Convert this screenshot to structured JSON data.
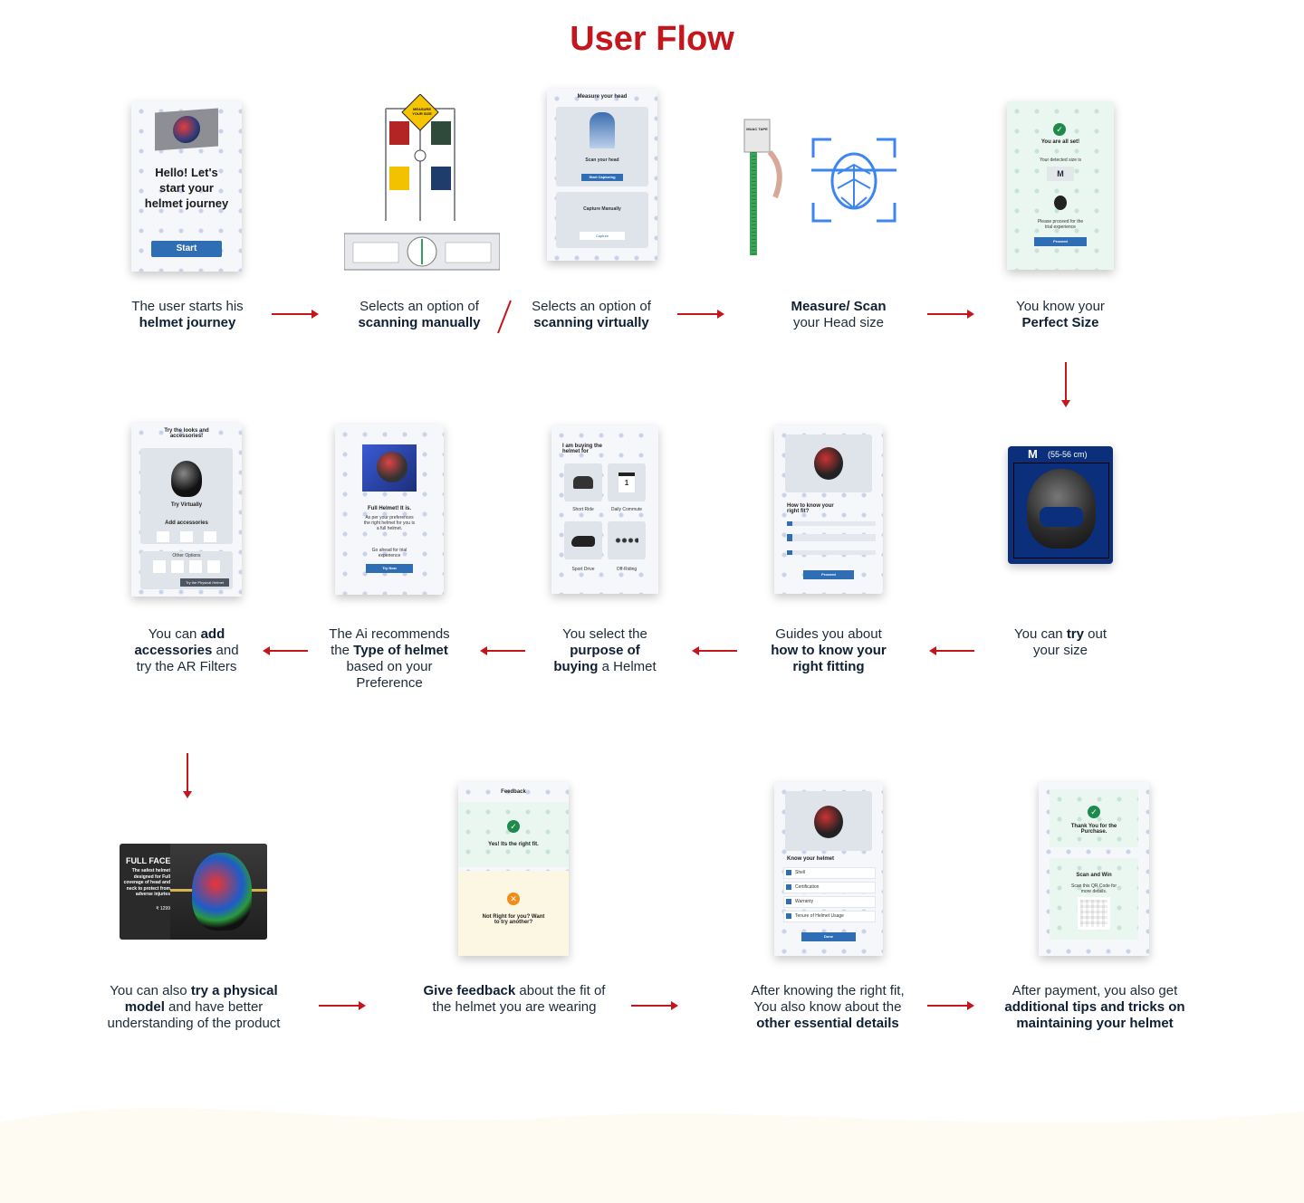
{
  "page": {
    "title": "User Flow"
  },
  "colors": {
    "title": "#c4161c",
    "arrow": "#c4161c",
    "button": "#2f6db4",
    "success": "#1e8a4c",
    "warning": "#f08c1a"
  },
  "screens": {
    "start": {
      "greeting": "Hello! Let's start your helmet journey",
      "start_button": "Start"
    },
    "manual": {
      "sign": "MEASURE YOUR SIZE"
    },
    "virtual": {
      "heading": "Measure your head",
      "scan_title": "Scan your head",
      "scan_button": "Start Capturing",
      "manual_title": "Capture Manually",
      "manual_button": "Capture"
    },
    "tape": {
      "label": "MUAC TAPE"
    },
    "size": {
      "all_set": "You are all set!",
      "detected_label": "Your detected size is",
      "size_value": "M",
      "proceed_note": "Please proceed for the trial experience",
      "proceed_button": "Proceed"
    },
    "tryout": {
      "size_badge": "M",
      "size_range": "(55-56 cm)"
    },
    "fitting": {
      "heading": "How to know your right fit?",
      "proceed_button": "Proceed"
    },
    "purpose": {
      "heading": "I am buying the helmet for",
      "options": [
        "Short Ride",
        "Daily Commute",
        "Sport Drive",
        "Off-Riding"
      ],
      "calendar_number": "1"
    },
    "recommend": {
      "heading": "Full Helmet! It is.",
      "body": "As per your preferences the right helmet for you is a full helmet.",
      "note": "Go ahead for trial experience",
      "button": "Try Now"
    },
    "accessories": {
      "heading": "Try the looks and accessories!",
      "try_virtually": "Try Virtually",
      "add_accessories": "Add accessories",
      "other_options": "Other Options",
      "physical_button": "Try the Physical Helmet"
    },
    "physical": {
      "label": "FULL FACE",
      "description": "The safest helmet designed for Full coverage of head and neck to protect from adverse injuries",
      "price": "₹ 1299"
    },
    "feedback": {
      "heading": "Feedback",
      "yes_text": "Yes! Its the right fit.",
      "no_text": "Not Right for you? Want to try another?"
    },
    "details": {
      "heading": "Know your helmet",
      "items": [
        "Shell",
        "Certification",
        "Warranty",
        "Tenure of Helmet Usage"
      ],
      "done_button": "Done"
    },
    "thanks": {
      "heading": "Thank You for the Purchase.",
      "scan_title": "Scan and Win",
      "scan_note": "Scan this QR Code for more details."
    }
  },
  "captions": {
    "c1": {
      "a": "The user starts his",
      "b": "helmet journey"
    },
    "c2": {
      "a": "Selects an option of",
      "b": "scanning manually"
    },
    "c3": {
      "a": "Selects an option of",
      "b": "scanning virtually"
    },
    "c4": {
      "b": "Measure/ Scan",
      "a": "your Head size"
    },
    "c5": {
      "a": "You know your",
      "b": "Perfect Size"
    },
    "c6": {
      "a1": "You can",
      "b": "try",
      "a2": "out",
      "a3": "your size"
    },
    "c7": {
      "a": "Guides you about",
      "b1": "how to know your",
      "b2": "right fitting"
    },
    "c8": {
      "a": "You select the",
      "b1": "purpose of",
      "b2": "buying",
      "a2": "a Helmet"
    },
    "c9": {
      "a": "The Ai recommends",
      "a2": "the",
      "b": "Type of helmet",
      "a3": "based on your",
      "a4": "Preference"
    },
    "c10": {
      "a": "You can",
      "b": "add",
      "b2": "accessories",
      "a2": "and",
      "a3": "try the AR Filters"
    },
    "c11": {
      "a": "You can also",
      "b1": "try a physical",
      "b2": "model",
      "a2": "and have better",
      "a3": "understanding of the product"
    },
    "c12": {
      "b": "Give feedback",
      "a": "about the fit of",
      "a2": "the helmet you are wearing"
    },
    "c13": {
      "a": "After knowing the right fit,",
      "a2": "You also know about the",
      "b": "other essential details"
    },
    "c14": {
      "a": "After payment, you also get",
      "b1": "additional tips and tricks on",
      "b2": "maintaining your helmet"
    }
  }
}
